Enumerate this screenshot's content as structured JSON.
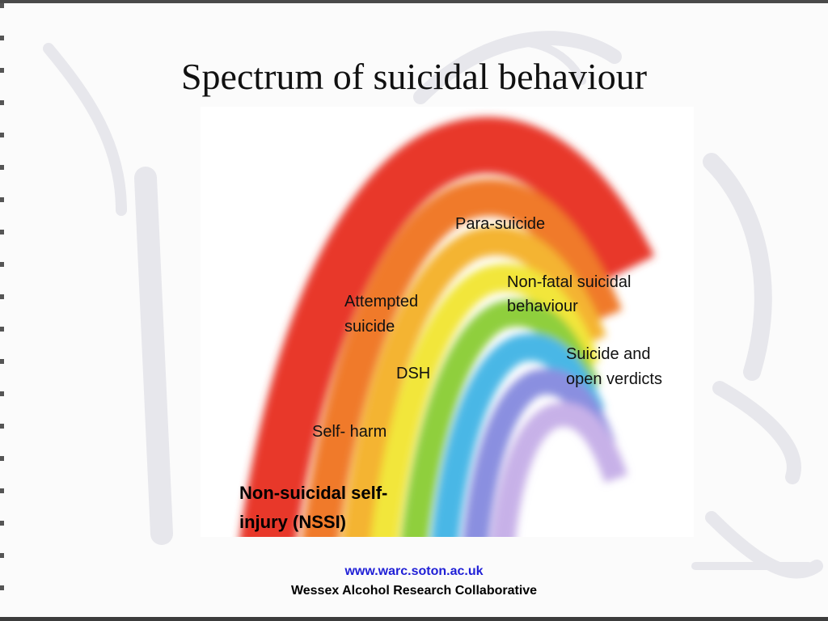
{
  "slide": {
    "title": "Spectrum of suicidal behaviour",
    "labels": {
      "para_suicide": "Para-suicide",
      "non_fatal_1": "Non-fatal suicidal",
      "non_fatal_2": "behaviour",
      "attempted_1": "Attempted",
      "attempted_2": "suicide",
      "suicide_verdicts_1": "Suicide and",
      "suicide_verdicts_2": "open verdicts",
      "dsh": "DSH",
      "self_harm": "Self- harm",
      "nssi_1": "Non-suicidal self-",
      "nssi_2": "injury (NSSI)"
    },
    "footer": {
      "url": "www.warc.soton.ac.uk",
      "organization": "Wessex Alcohol Research Collaborative"
    }
  },
  "colors": {
    "footer_link": "#1f1fd6",
    "rainbow": [
      "#e8392b",
      "#f07a2a",
      "#f4b431",
      "#f2e63a",
      "#8fcf3c",
      "#49b7e6",
      "#8a8fe0",
      "#c7b1e8"
    ]
  }
}
